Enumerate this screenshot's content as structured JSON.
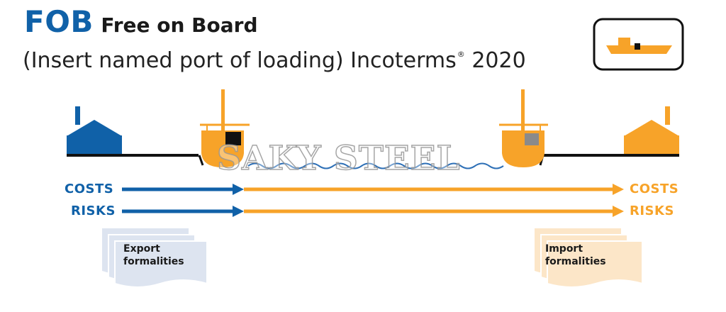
{
  "header": {
    "abbr": "FOB",
    "full_name": "Free on Board",
    "subtitle": "(Insert named port of loading) Incoterms",
    "registered_mark": "®",
    "year": "2020"
  },
  "icon": {
    "name": "ship-icon"
  },
  "costs_row": {
    "left_label": "COSTS",
    "right_label": "COSTS"
  },
  "risks_row": {
    "left_label": "RISKS",
    "right_label": "RISKS"
  },
  "notes": {
    "export": {
      "line1": "Export",
      "line2": "formalities"
    },
    "import": {
      "line1": "Import",
      "line2": "formalities"
    }
  },
  "watermark": "SAKY STEEL",
  "colors": {
    "seller_blue": "#1061a8",
    "buyer_orange": "#f7a329",
    "export_doc": "#dde4f0",
    "import_doc": "#fce6c8",
    "water": "#2d6fb6"
  }
}
